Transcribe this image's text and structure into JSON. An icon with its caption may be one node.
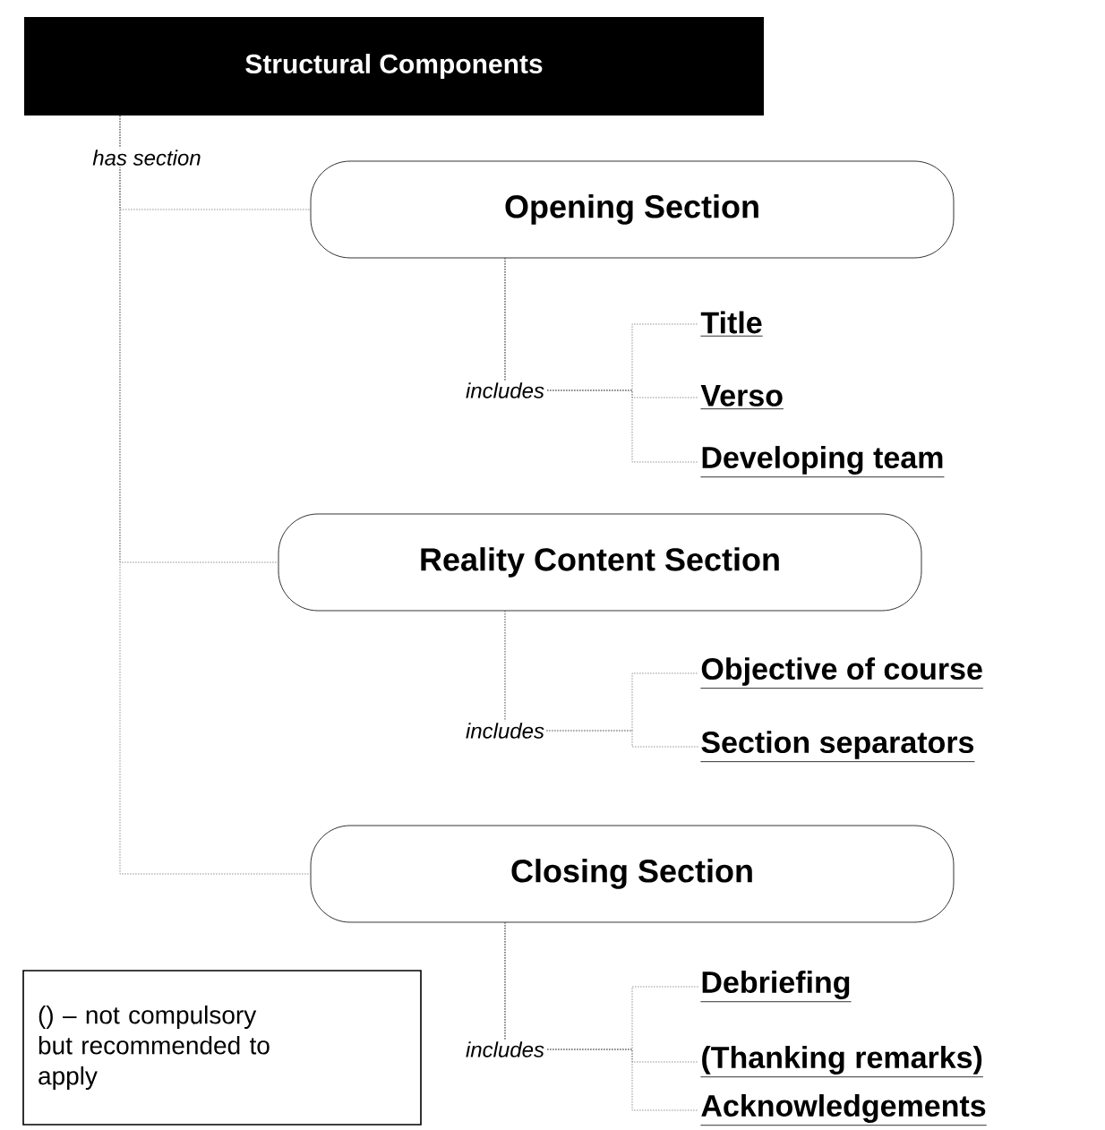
{
  "diagram": {
    "nodes": [
      {
        "text": [
          "Structural Components"
        ]
      },
      {
        "text": [
          "Opening Section"
        ]
      },
      {
        "text": [
          "Reality Content Section"
        ]
      },
      {
        "text": [
          "Closing Section"
        ]
      },
      {
        "text": [
          "Title"
        ]
      },
      {
        "text": [
          "Verso"
        ]
      },
      {
        "text": [
          "Developing team"
        ]
      },
      {
        "text": [
          "Objective of course"
        ]
      },
      {
        "text": [
          "Section separators"
        ]
      },
      {
        "text": [
          "Debriefing"
        ]
      },
      {
        "text": [
          "(Thanking remarks)"
        ]
      },
      {
        "text": [
          "Acknowledgements"
        ]
      },
      {
        "text": [
          "() – not compulsory but recommended to apply"
        ]
      }
    ],
    "edges": [
      {
        "from": 0,
        "to": 1,
        "arrow": "none",
        "label": "has section"
      },
      {
        "from": 0,
        "to": 2,
        "arrow": "none"
      },
      {
        "from": 0,
        "to": 3,
        "arrow": "none"
      },
      {
        "from": 1,
        "to": 4,
        "arrow": "none"
      },
      {
        "from": 1,
        "to": 5,
        "arrow": "none",
        "label": "includes"
      },
      {
        "from": 1,
        "to": 6,
        "arrow": "none"
      },
      {
        "from": 2,
        "to": 7,
        "arrow": "none"
      },
      {
        "from": 2,
        "to": 8,
        "arrow": "none",
        "label": "includes"
      },
      {
        "from": 3,
        "to": 9,
        "arrow": "none"
      },
      {
        "from": 3,
        "to": 10,
        "arrow": "none",
        "label": "includes"
      },
      {
        "from": 3,
        "to": 11,
        "arrow": "none"
      }
    ]
  }
}
